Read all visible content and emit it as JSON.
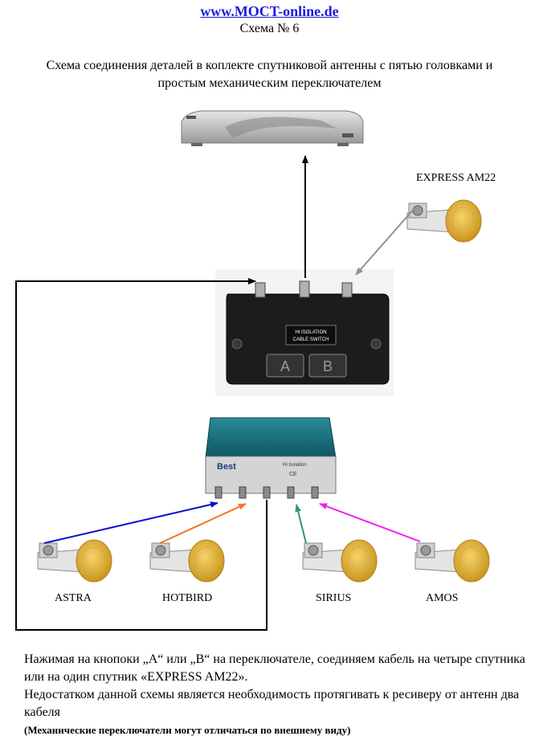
{
  "header": {
    "site": "www.MOCT-online.de",
    "scheme_number": "Схема № 6",
    "title": "Схема соединения деталей в коплекте спутниковой антенны с  пятью головками и простым механическим переключателем"
  },
  "devices": {
    "switch_label": "HI ISOLATION CABLE SWITCH",
    "switch_button_a": "A",
    "switch_button_b": "B",
    "diseqc_brand": "Best",
    "diseqc_subtitle": "Hi Isolation",
    "diseqc_ce": "CE"
  },
  "satellites": {
    "express": "EXPRESS AM22",
    "astra": "ASTRA",
    "hotbird": "HOTBIRD",
    "sirius": "SIRIUS",
    "amos": "AMOS"
  },
  "footer": {
    "line1": "Нажимая на кнопоки  „A“ или  „B“ на переключателе, соединяем кабель на четыре спутника или на один спутник «EXPRESS AM22».",
    "line2": "Недостатком данной схемы является необходимость протягивать к ресиверу от антенн два кабеля",
    "note": "(Механические переключатели могут отличаться по внешнему виду)"
  },
  "colors": {
    "astra_cable": "#1010cc",
    "hotbird_cable": "#ee7722",
    "sirius_cable": "#339966",
    "amos_cable": "#ee22ee",
    "express_cable": "#909090",
    "main_cable": "#000000"
  }
}
